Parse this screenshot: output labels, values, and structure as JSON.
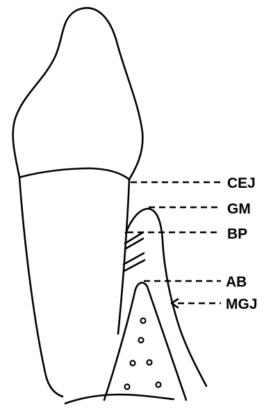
{
  "labels": {
    "cej": "CEJ",
    "gm": "GM",
    "bp": "BP",
    "ab": "AB",
    "mgj": "MGJ"
  },
  "colors": {
    "line": "#000000",
    "background": "#ffffff"
  }
}
